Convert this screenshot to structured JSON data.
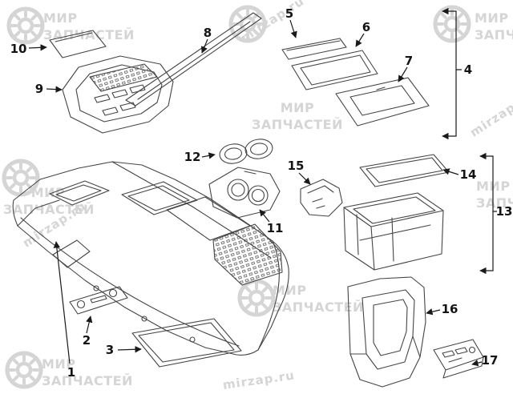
{
  "colors": {
    "background": "#ffffff",
    "line_art": "#454545",
    "callout_text": "#141414",
    "watermark": "#d5d5d5"
  },
  "watermark": {
    "brand_line1": "МИР",
    "brand_line2": "ЗАПЧАСТЕЙ",
    "site": "mirzap.ru"
  },
  "callouts": [
    "1",
    "2",
    "3",
    "4",
    "5",
    "6",
    "7",
    "8",
    "9",
    "10",
    "11",
    "12",
    "13",
    "14",
    "15",
    "16",
    "17"
  ]
}
